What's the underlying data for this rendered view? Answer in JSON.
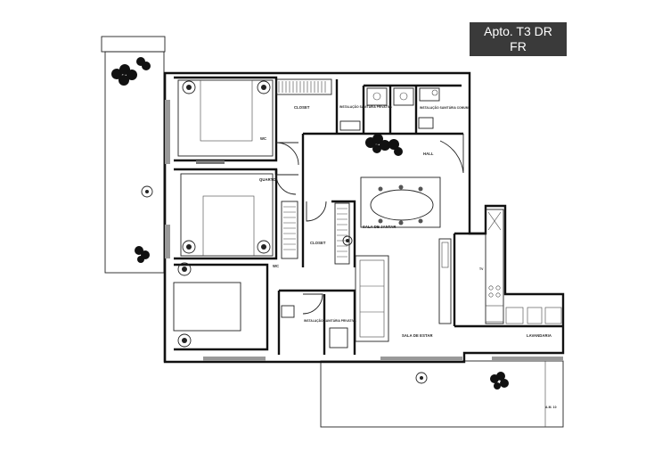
{
  "badge": {
    "line1": "Apto. T3 DR",
    "line2": "FR",
    "bg": "#3a3a3a",
    "fg": "#ffffff"
  },
  "labels": {
    "closet_top": "CLOSET",
    "inst_sanitaria_top": "INSTALAÇÃO SANITÁRIA PRIVATIVA",
    "inst_sanitaria_comum": "INSTALAÇÃO SANITÁRIA COMUM",
    "wc1": "WC",
    "hall": "HALL",
    "quarto": "QUARTO",
    "closet_mid": "CLOSET",
    "sala_jantar": "SALA DE JANTAR",
    "wc2": "WC",
    "inst_sanitaria_bottom": "INSTALAÇÃO SANITÁRIA PRIVATIVA",
    "sala_estar": "SALA DE ESTAR",
    "lavandaria": "LAVANDARIA",
    "kitchen_tag": "TV",
    "area_tag": "A.M. 10"
  }
}
